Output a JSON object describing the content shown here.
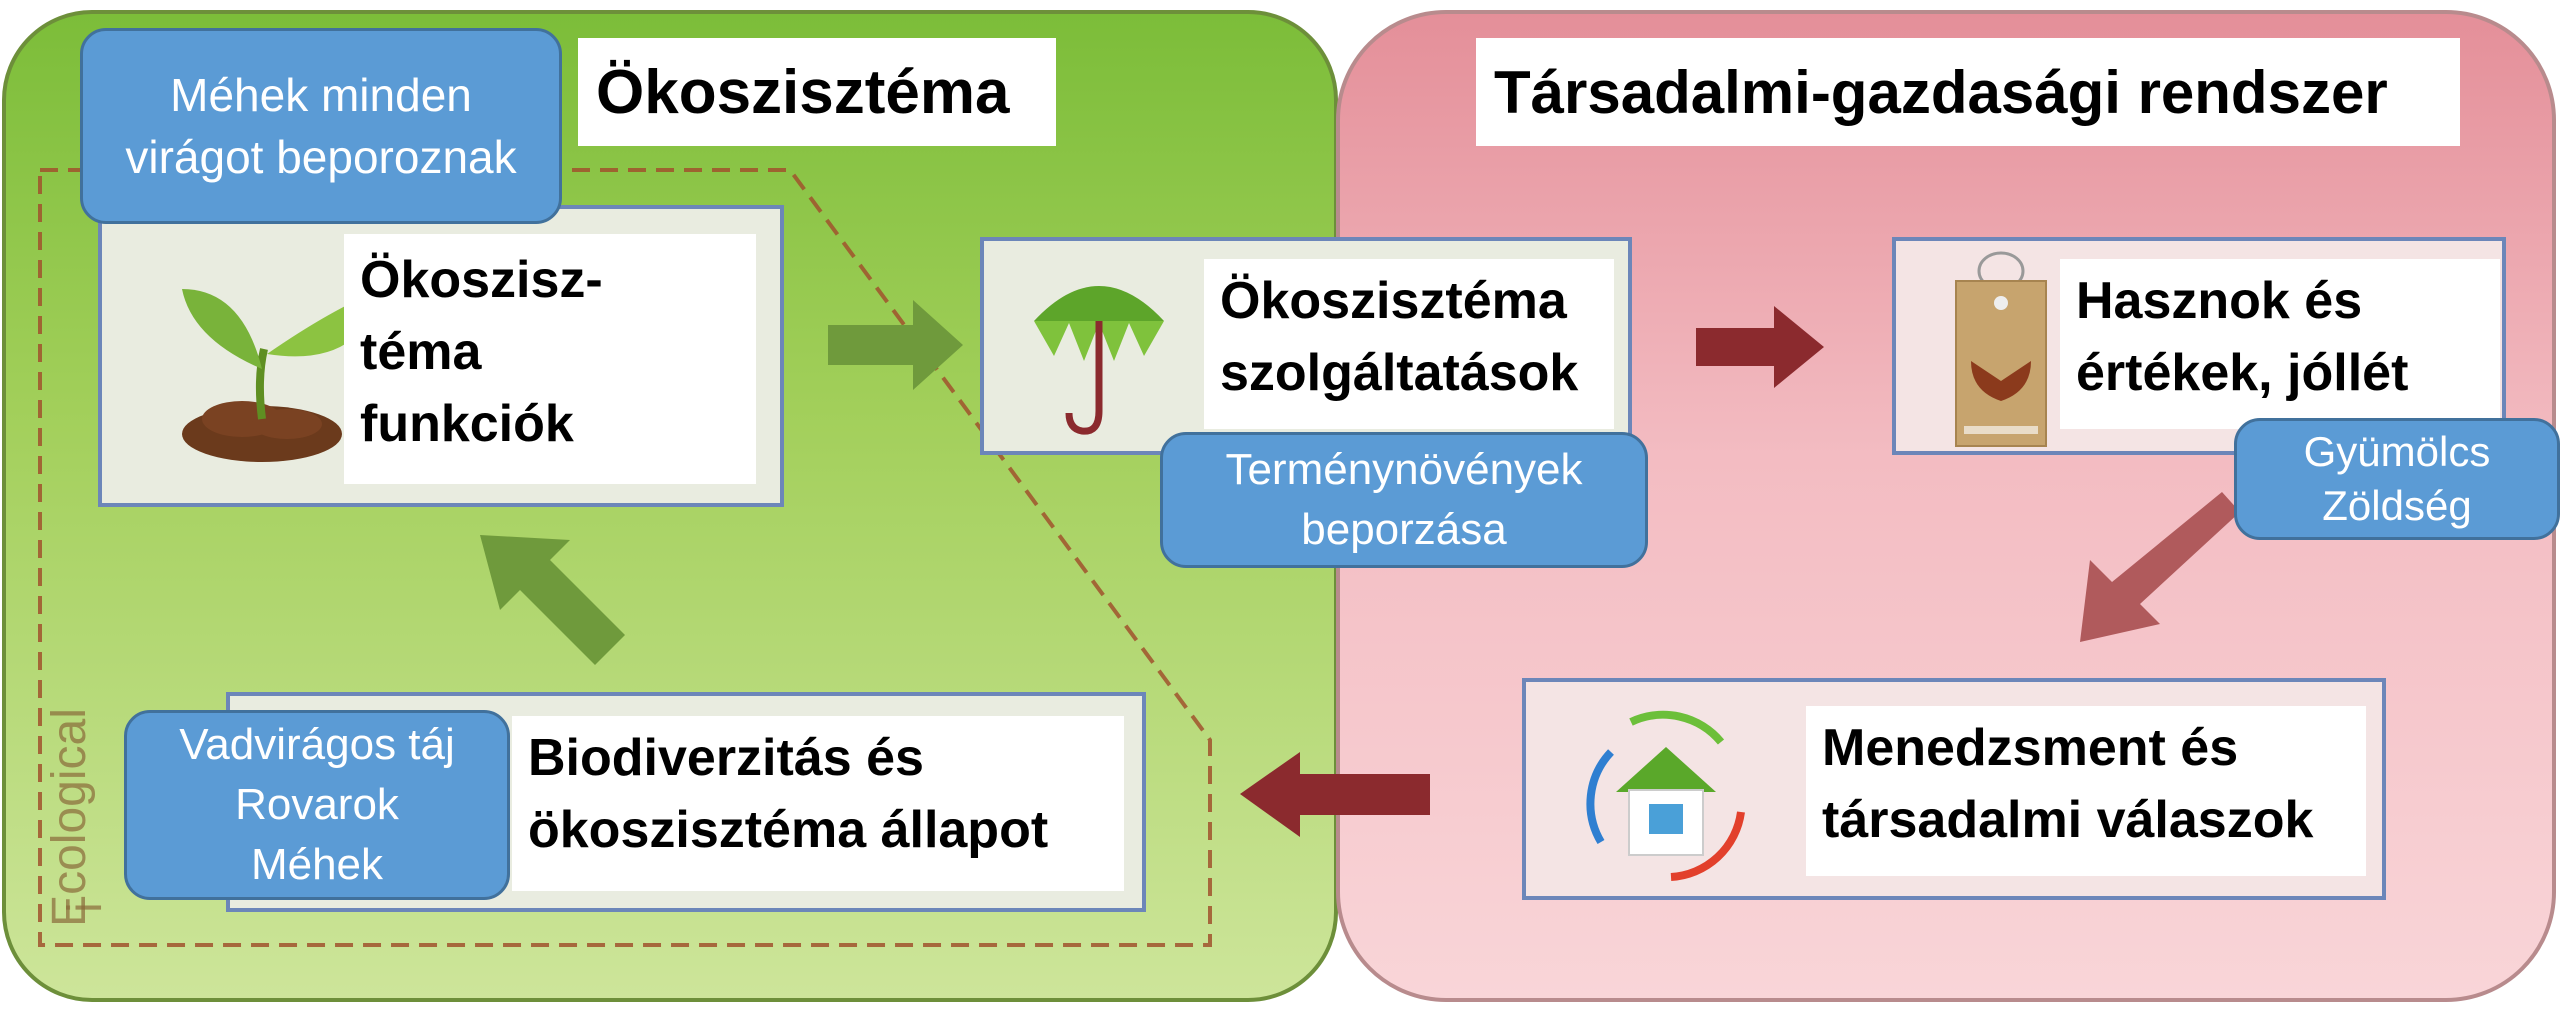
{
  "panels": {
    "ecosystem_title": "Ökoszisztéma",
    "socio_title": "Társadalmi-gazdasági rendszer"
  },
  "boxes": {
    "functions": [
      "Ökoszisz-",
      "téma",
      "funkciók"
    ],
    "services": [
      "Ökoszisztéma",
      "szolgáltatások"
    ],
    "benefits": [
      "Hasznok és",
      "értékek, jóllét"
    ],
    "management": [
      "Menedzsment és",
      "társadalmi válaszok"
    ],
    "biodiversity": [
      "Biodiverzitás és",
      "ökoszisztéma állapot"
    ]
  },
  "callouts": {
    "bees": [
      "Méhek minden",
      "virágot beporoznak"
    ],
    "pollination": [
      "Terménynövények",
      "beporzása"
    ],
    "fruit": [
      "Gyümölcs",
      "Zöldség"
    ],
    "landscape": [
      "Vadvirágos táj",
      "Rovarok",
      "Méhek"
    ]
  },
  "background_text": {
    "ecological_vertical": "Ecological",
    "ecological_vertical_2": "i"
  },
  "colors": {
    "green_arrow": "#6f9a3c",
    "red_arrow": "#8b2a2e",
    "callout": "#5b9bd5",
    "dashed_boundary": "#a0522d"
  },
  "icons": [
    "seedling-icon",
    "leaf-umbrella-icon",
    "price-tag-icon",
    "eco-house-icon"
  ]
}
